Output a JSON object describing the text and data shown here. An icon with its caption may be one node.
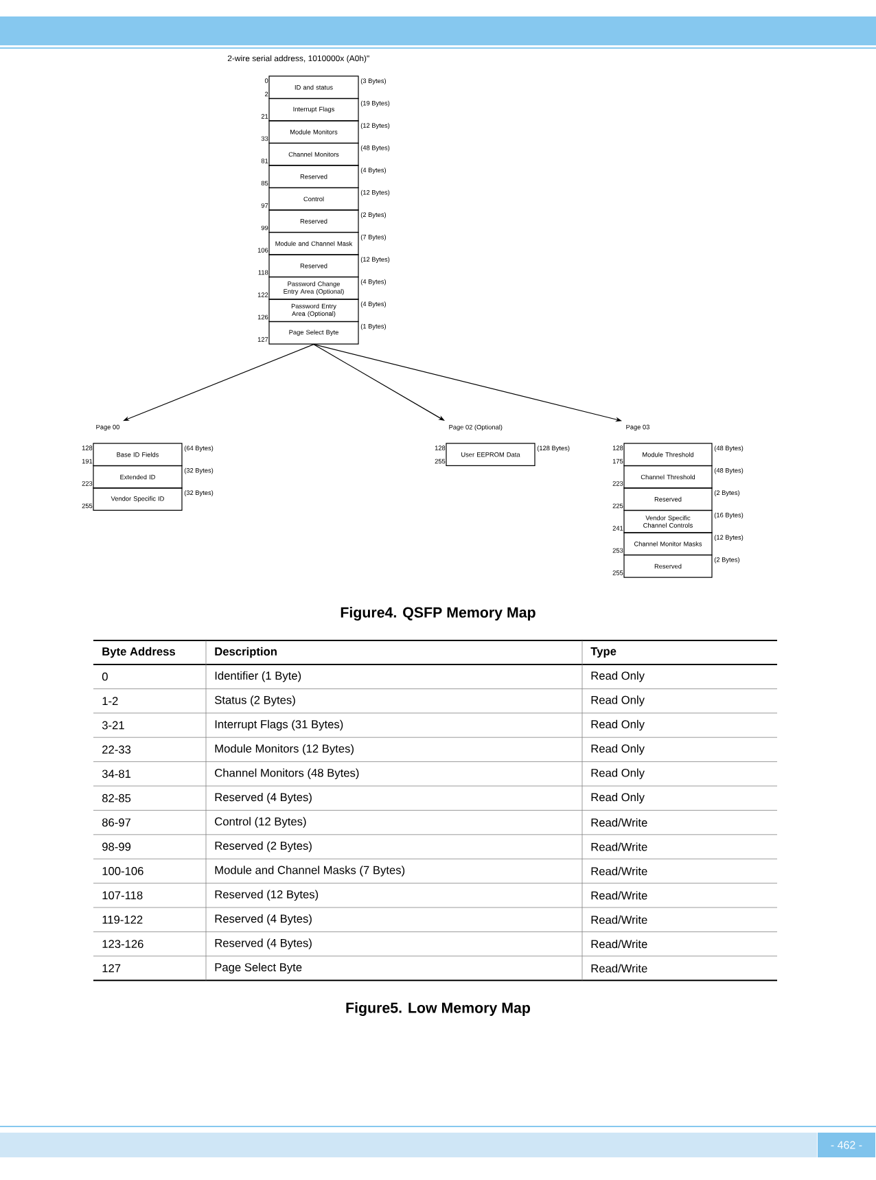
{
  "diagram": {
    "title": "2-wire serial address, 1010000x (A0h)\"",
    "nodes": [
      {
        "text": [
          "ID and status"
        ],
        "beside": [
          "0",
          "2",
          "(3 Bytes)"
        ]
      },
      {
        "text": [
          "Interrupt Flags"
        ],
        "beside": [
          "21",
          "(19 Bytes)"
        ]
      },
      {
        "text": [
          "Module Monitors"
        ],
        "beside": [
          "33",
          "(12 Bytes)"
        ]
      },
      {
        "text": [
          "Channel Monitors"
        ],
        "beside": [
          "81",
          "(48 Bytes)"
        ]
      },
      {
        "text": [
          "Reserved"
        ],
        "beside": [
          "85",
          "(4 Bytes)"
        ]
      },
      {
        "text": [
          "Control"
        ],
        "beside": [
          "97",
          "(12 Bytes)"
        ]
      },
      {
        "text": [
          "Reserved"
        ],
        "beside": [
          "99",
          "(2 Bytes)"
        ]
      },
      {
        "text": [
          "Module  and Channel Mask"
        ],
        "beside": [
          "106",
          "(7 Bytes)"
        ]
      },
      {
        "text": [
          "Reserved"
        ],
        "beside": [
          "118",
          "(12 Bytes)"
        ]
      },
      {
        "text": [
          "Password Change Entry Area (Optional)"
        ],
        "beside": [
          "122",
          "(4 Bytes)"
        ]
      },
      {
        "text": [
          "Password Entry Area (Optional)"
        ],
        "beside": [
          "126",
          "(4 Bytes)"
        ]
      },
      {
        "text": [
          "Page Select Byte"
        ],
        "beside": [
          "127",
          "(1 Bytes)"
        ]
      },
      {
        "text": [
          "Page 00"
        ]
      },
      {
        "text": [
          "Base ID Fields"
        ],
        "beside": [
          "128",
          "191",
          "(64 Bytes)"
        ]
      },
      {
        "text": [
          "Extended ID"
        ],
        "beside": [
          "223",
          "(32 Bytes)"
        ]
      },
      {
        "text": [
          "Vendor Specific ID"
        ],
        "beside": [
          "255",
          "(32 Bytes)"
        ]
      },
      {
        "text": [
          "Page 02 (Optional)"
        ]
      },
      {
        "text": [
          "User EEPROM Data"
        ],
        "beside": [
          "128",
          "255",
          "(128 Bytes)"
        ]
      },
      {
        "text": [
          "Page 03"
        ]
      },
      {
        "text": [
          "Module Threshold"
        ],
        "beside": [
          "128",
          "175",
          "(48 Bytes)"
        ]
      },
      {
        "text": [
          "Channel Threshold"
        ],
        "beside": [
          "223",
          "(48 Bytes)"
        ]
      },
      {
        "text": [
          "Reserved"
        ],
        "beside": [
          "225",
          "(2 Bytes)"
        ]
      },
      {
        "text": [
          "Vendor Specific Channel Controls"
        ],
        "beside": [
          "241",
          "(16 Bytes)"
        ]
      },
      {
        "text": [
          "Channel Monitor Masks"
        ],
        "beside": [
          "253",
          "(12 Bytes)"
        ]
      },
      {
        "text": [
          "Reserved"
        ],
        "beside": [
          "255",
          "(2 Bytes)"
        ]
      }
    ],
    "edges": [
      {
        "from": 11,
        "to": 12,
        "arrow": "to"
      },
      {
        "from": 11,
        "to": 16,
        "arrow": "to"
      },
      {
        "from": 11,
        "to": 18,
        "arrow": "to"
      }
    ],
    "labels": [
      "Figure4. QSFP Memory Map",
      "Byte Address",
      "Description",
      "Type",
      "0",
      "Identifier (1 Byte)",
      "Read Only",
      "1-2",
      "Status (2 Bytes)",
      "Read Only",
      "3-21",
      "Interrupt Flags (31 Bytes)",
      "Read Only",
      "22-33",
      "Module Monitors (12 Bytes)",
      "Read Only",
      "34-81",
      "Channel Monitors (48 Bytes)",
      "Read Only",
      "82-85",
      "Reserved (4 Bytes)",
      "Read Only",
      "86-97",
      "Control (12 Bytes)",
      "Read/Write",
      "98-99",
      "Reserved (2 Bytes)",
      "Read/Write",
      "100-106",
      "Module and Channel Masks (7 Bytes)",
      "Read/Write",
      "107-118",
      "Reserved (12 Bytes)",
      "Read/Write",
      "119-122",
      "Reserved (4 Bytes)",
      "Read/Write",
      "123-126",
      "Reserved (4 Bytes)",
      "Read/Write",
      "127",
      "Page Select Byte",
      "Read/Write",
      "Figure5. Low Memory Map",
      "- 462 -"
    ]
  }
}
